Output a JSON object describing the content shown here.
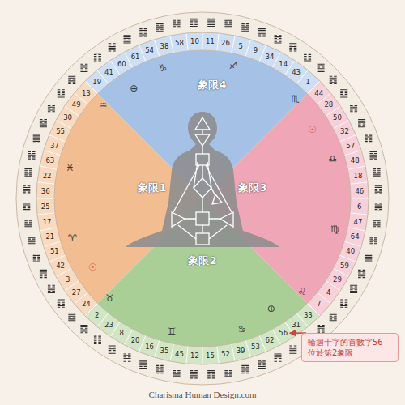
{
  "diagram": {
    "caption": "Charisma Human Design.com",
    "nodes": [
      {
        "text": [
          "象限4"
        ]
      },
      {
        "text": [
          "象限1"
        ]
      },
      {
        "text": [
          "象限3"
        ]
      },
      {
        "text": [
          "象限2"
        ]
      },
      {
        "text": [
          "輪迴十字的首數字56 位於第2象限"
        ]
      }
    ],
    "labels": [
      "13",
      "49",
      "30",
      "55",
      "37",
      "63",
      "22",
      "36",
      "25",
      "17",
      "21",
      "51",
      "42",
      "3",
      "27",
      "24",
      "2",
      "23",
      "8",
      "20",
      "16",
      "35",
      "45",
      "12",
      "15",
      "52",
      "39",
      "53",
      "62",
      "56",
      "31",
      "33",
      "7",
      "4",
      "29",
      "59",
      "40",
      "64",
      "47",
      "6",
      "46",
      "18",
      "48",
      "57",
      "32",
      "50",
      "28",
      "44",
      "1",
      "43",
      "14",
      "34",
      "9",
      "5",
      "26",
      "11",
      "10",
      "58",
      "38",
      "54",
      "61",
      "60",
      "41",
      "19",
      "♈",
      "♉",
      "♊",
      "♋",
      "♌",
      "♍",
      "♎",
      "♏",
      "♐",
      "♑",
      "♒",
      "♓",
      "⊕",
      "⊕",
      "☉",
      "☉"
    ]
  }
}
